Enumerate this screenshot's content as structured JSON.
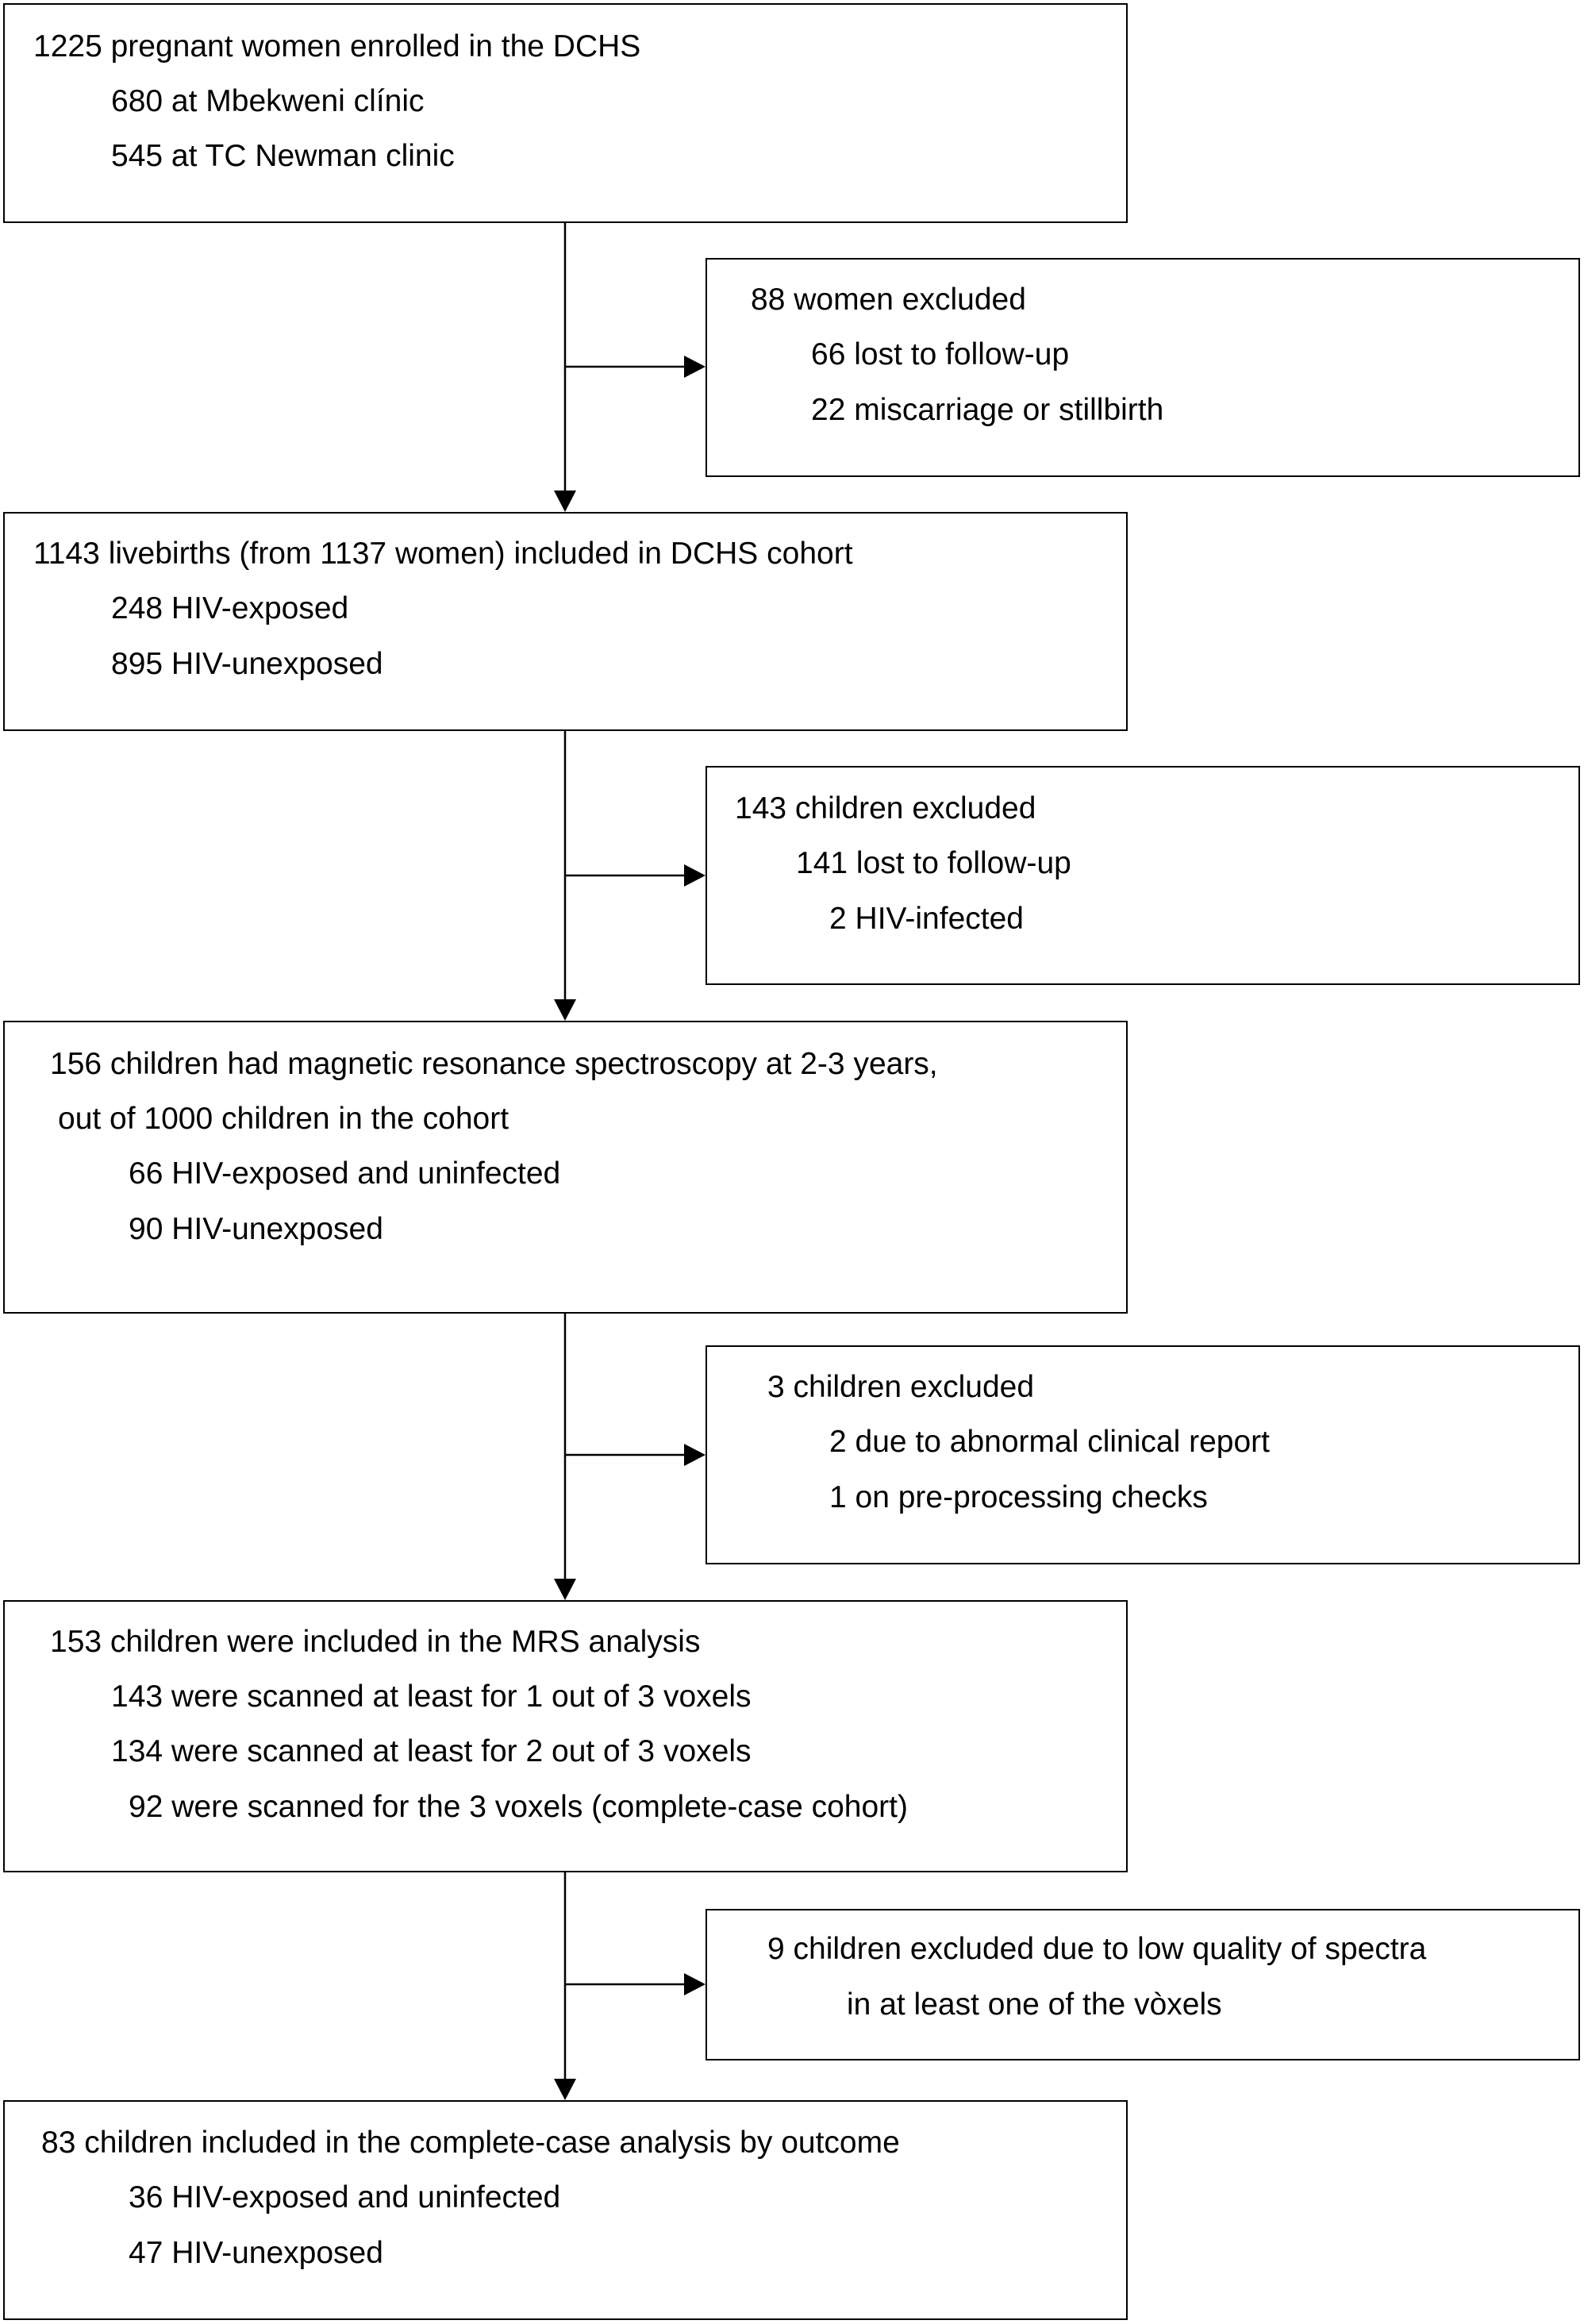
{
  "boxes": {
    "enrolled": {
      "title": "1225 pregnant women enrolled in the DCHS",
      "items": [
        "680 at Mbekweni clínic",
        "545 at TC Newman clinic"
      ]
    },
    "excluded_women": {
      "title": "88 women excluded",
      "items": [
        "66 lost to follow-up",
        "22 miscarriage or stillbirth"
      ]
    },
    "livebirths": {
      "title": "1143 livebirths (from 1137 women) included in DCHS cohort",
      "items": [
        "248 HIV-exposed",
        "895 HIV-unexposed"
      ]
    },
    "excluded_children_1": {
      "title": "143 children excluded",
      "items": [
        "141 lost to follow-up",
        "2 HIV-infected"
      ]
    },
    "mrs_scanned": {
      "title": "156 children had magnetic resonance spectroscopy at 2-3 years,",
      "subtitle": "out of 1000 children in the cohort",
      "items": [
        "66 HIV-exposed and uninfected",
        "90 HIV-unexposed"
      ]
    },
    "excluded_children_2": {
      "title": "3 children excluded",
      "items": [
        "2 due to abnormal clinical report",
        "1 on pre-processing checks"
      ]
    },
    "mrs_included": {
      "title": "153 children were included in the MRS analysis",
      "items": [
        "143 were scanned at least for 1 out of 3 voxels",
        "134 were scanned at least for 2 out of 3 voxels",
        "92 were scanned for the 3 voxels (complete-case cohort)"
      ]
    },
    "excluded_children_3": {
      "title": "9 children excluded due to low quality of spectra",
      "subtitle": "in at least one of the vòxels"
    },
    "final": {
      "title": "83 children included in the complete-case analysis by outcome",
      "items": [
        "36 HIV-exposed and uninfected",
        "47 HIV-unexposed"
      ]
    }
  }
}
